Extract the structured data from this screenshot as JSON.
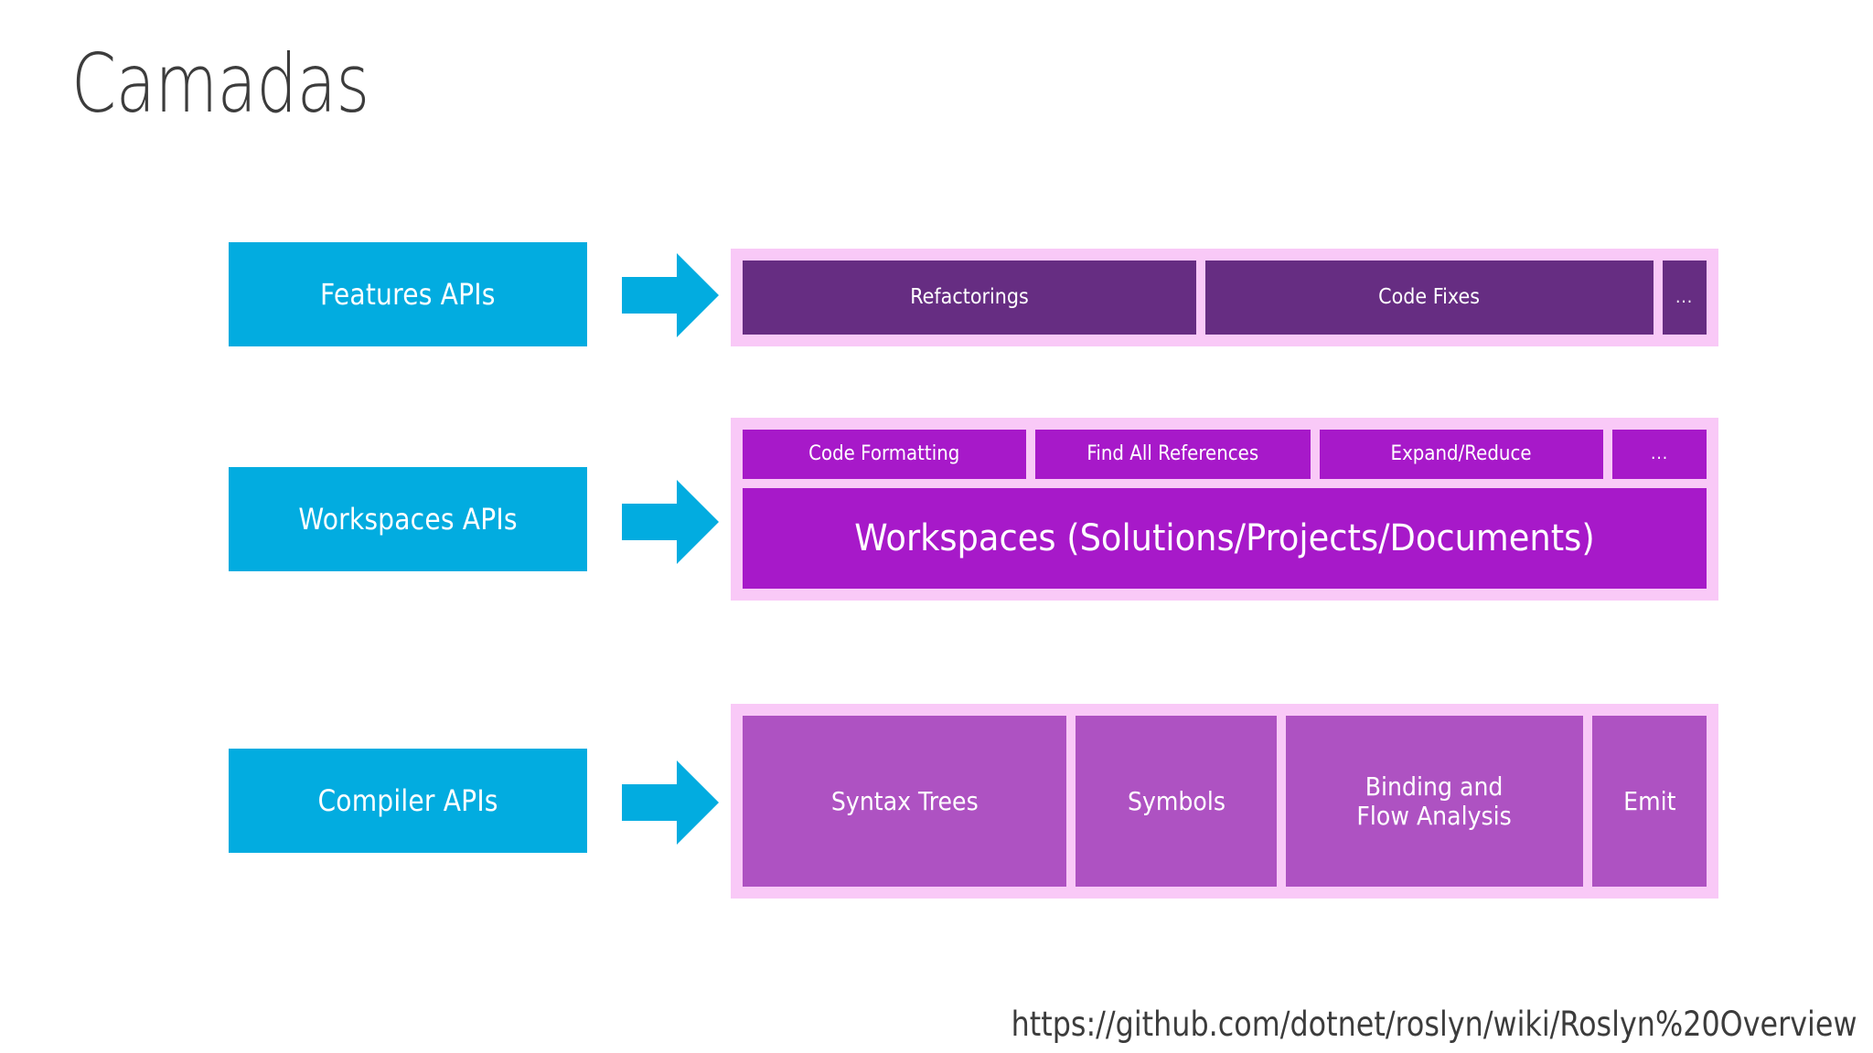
{
  "slide": {
    "title": "Camadas",
    "background_color": "#FFFFFF",
    "title_color": "#3C3C3C"
  },
  "colors": {
    "blue": "#02ACE0",
    "pink_container": "#F9C9F7",
    "dark_purple": "#662D82",
    "bright_purple": "#A719C9",
    "medium_purple": "#AE52C2",
    "white_text": "#FFFFFF"
  },
  "layers": [
    {
      "id": "features",
      "label": "Features APIs",
      "arrow_icon": "right-arrow-icon",
      "rows": [
        {
          "style": "dark",
          "cells": [
            "Refactorings",
            "Code Fixes",
            "..."
          ]
        }
      ]
    },
    {
      "id": "workspaces",
      "label": "Workspaces APIs",
      "arrow_icon": "right-arrow-icon",
      "rows": [
        {
          "style": "bright",
          "cells": [
            "Code Formatting",
            "Find All References",
            "Expand/Reduce",
            "..."
          ]
        },
        {
          "style": "wide",
          "cells": [
            "Workspaces (Solutions/Projects/Documents)"
          ]
        }
      ]
    },
    {
      "id": "compiler",
      "label": "Compiler APIs",
      "arrow_icon": "right-arrow-icon",
      "rows": [
        {
          "style": "medium",
          "cells": [
            "Syntax Trees",
            "Symbols",
            "Binding and\nFlow Analysis",
            "Emit"
          ]
        }
      ]
    }
  ],
  "footer": {
    "url": "https://github.com/dotnet/roslyn/wiki/Roslyn%20Overview"
  }
}
